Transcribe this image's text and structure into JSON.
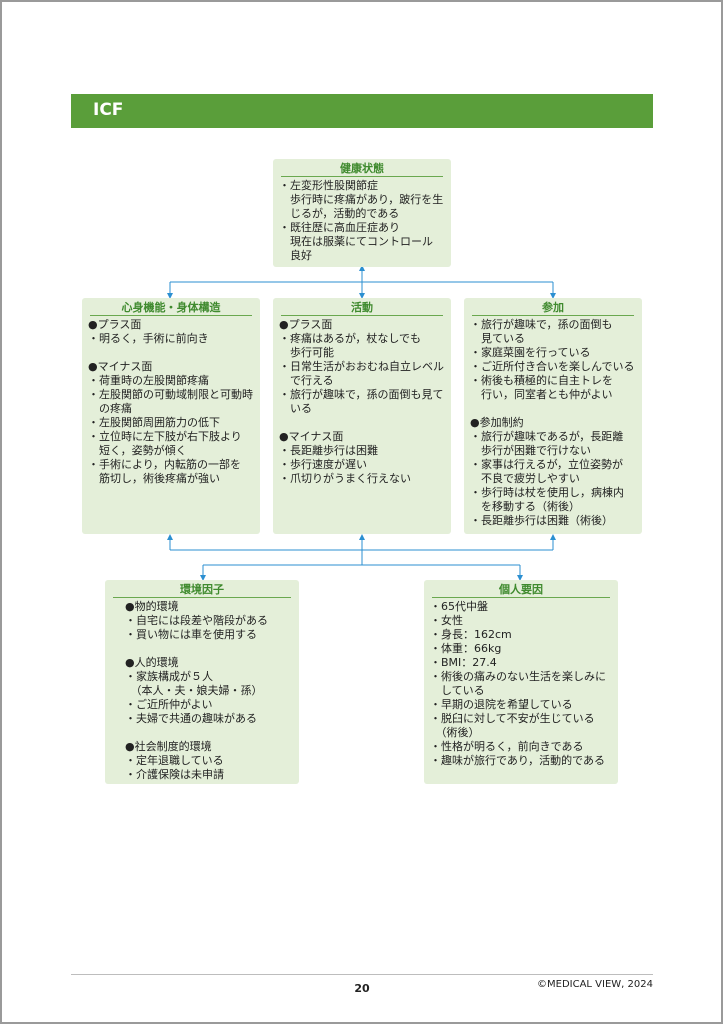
{
  "header": {
    "title": "ICF"
  },
  "boxes": {
    "health": {
      "title": "健康状態",
      "body": "・左変形性股関節症\n　歩行時に疼痛があり，跛行を生\n　じるが，活動的である\n・既往歴に高血圧症あり\n　現在は服薬にてコントロール\n　良好"
    },
    "body_function": {
      "title": "心身機能・身体構造",
      "body": "●プラス面\n・明るく，手術に前向き\n\n●マイナス面\n・荷重時の左股関節疼痛\n・左股関節の可動域制限と可動時\n　の疼痛\n・左股関節周囲筋力の低下\n・立位時に左下肢が右下肢より\n　短く，姿勢が傾く\n・手術により，内転筋の一部を\n　筋切し，術後疼痛が強い"
    },
    "activity": {
      "title": "活動",
      "body": "●プラス面\n・疼痛はあるが，杖なしでも\n　歩行可能\n・日常生活がおおむね自立レベル\n　で行える\n・旅行が趣味で，孫の面倒も見て\n　いる\n\n●マイナス面\n・長距離歩行は困難\n・歩行速度が遅い\n・爪切りがうまく行えない"
    },
    "participation": {
      "title": "参加",
      "body": "・旅行が趣味で，孫の面倒も\n　見ている\n・家庭菜園を行っている\n・ご近所付き合いを楽しんでいる\n・術後も積極的に自主トレを\n　行い，同室者とも仲がよい\n\n●参加制約\n・旅行が趣味であるが，長距離\n　歩行が困難で行けない\n・家事は行えるが，立位姿勢が\n　不良で疲労しやすい\n・歩行時は杖を使用し，病棟内\n　を移動する（術後）\n・長距離歩行は困難（術後）"
    },
    "environment": {
      "title": "環境因子",
      "body": "●物的環境\n・自宅には段差や階段がある\n・買い物には車を使用する\n\n●人的環境\n・家族構成が５人\n　（本人・夫・娘夫婦・孫）\n・ご近所仲がよい\n・夫婦で共通の趣味がある\n\n●社会制度的環境\n・定年退職している\n・介護保険は未申請"
    },
    "personal": {
      "title": "個人要因",
      "body": "・65代中盤\n・女性\n・身長：162cm\n・体重：66kg\n・BMI：27.4\n・術後の痛みのない生活を楽しみに\n　している\n・早期の退院を希望している\n・脱臼に対して不安が生じている\n　（術後）\n・性格が明るく，前向きである\n・趣味が旅行であり，活動的である"
    }
  },
  "footer": {
    "page_number": "20",
    "copyright": "©MEDICAL VIEW, 2024"
  },
  "colors": {
    "header_green": "#5a9e3a",
    "box_fill": "#e4efd9",
    "title_green": "#3f8a2e",
    "connector_blue": "#2b8fd1"
  }
}
